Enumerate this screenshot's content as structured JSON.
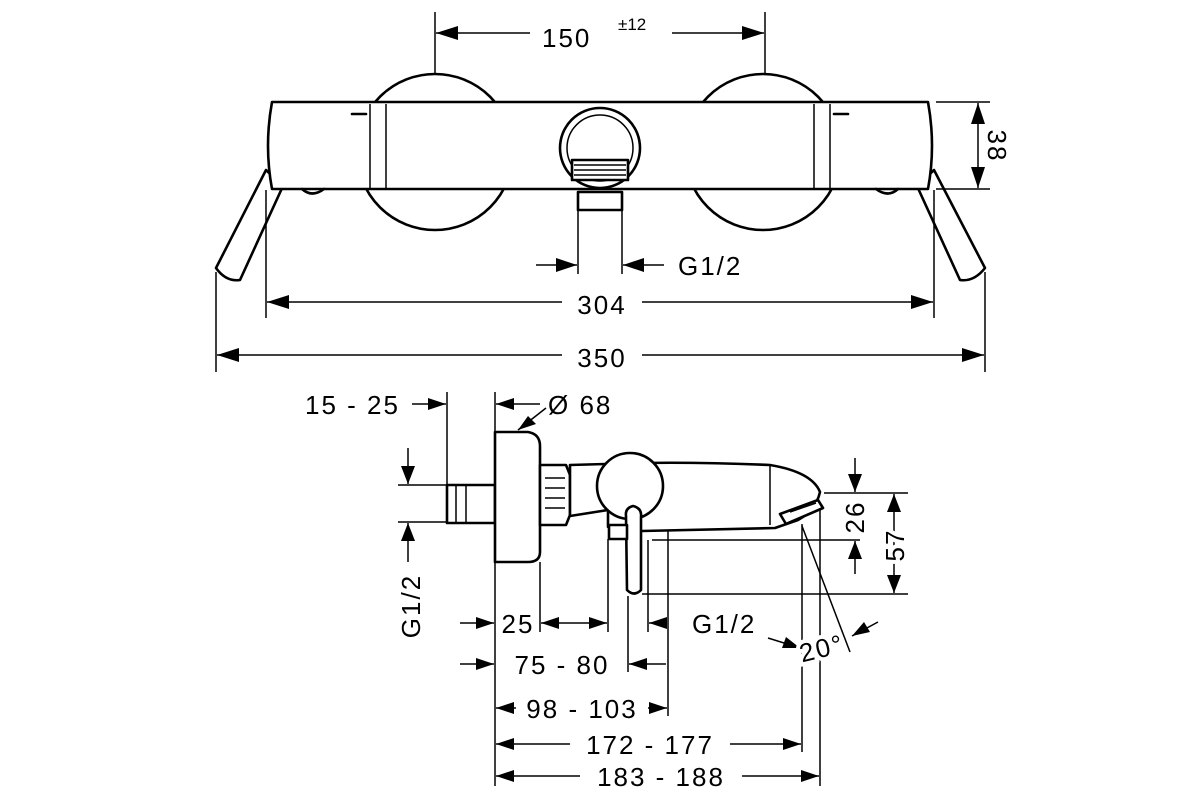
{
  "dimensions": {
    "top_spacing": "150",
    "top_spacing_tolerance": "±12",
    "top_height": "38",
    "top_outlet_thread": "G1/2",
    "top_body_length": "304",
    "top_overall_length": "350",
    "side_wall_offset": "15 - 25",
    "side_escutcheon_diameter": "Ø 68",
    "side_inlet_thread": "G1/2",
    "side_body_offset": "25",
    "side_outlet_thread": "G1/2",
    "side_lever_pos": "75 - 80",
    "side_lever_end": "98 - 103",
    "side_spout_reach": "172 - 177",
    "side_total_reach": "183 - 188",
    "side_spout_height_small": "26",
    "side_spout_height_large": "57",
    "side_spout_angle": "20°"
  }
}
